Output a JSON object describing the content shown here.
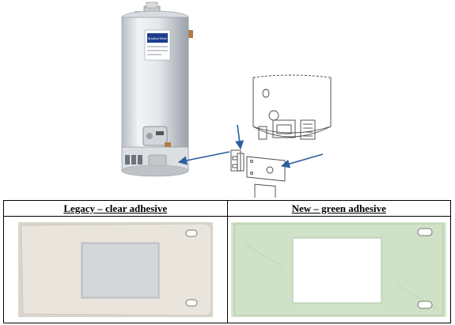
{
  "heater": {
    "brand_line1": "Bradford White",
    "brand_line2": "",
    "colors": {
      "tank": "#e6e9ec",
      "tank_shadow": "#b9bec4",
      "label_blue": "#1d3f8e",
      "arrow": "#2c5f9e"
    }
  },
  "table": {
    "legacy_header": "Legacy – clear adhesive",
    "new_header": "New – green adhesive"
  },
  "gaskets": {
    "legacy_color": "#e9e5dc",
    "new_color": "#cfe1c7"
  }
}
